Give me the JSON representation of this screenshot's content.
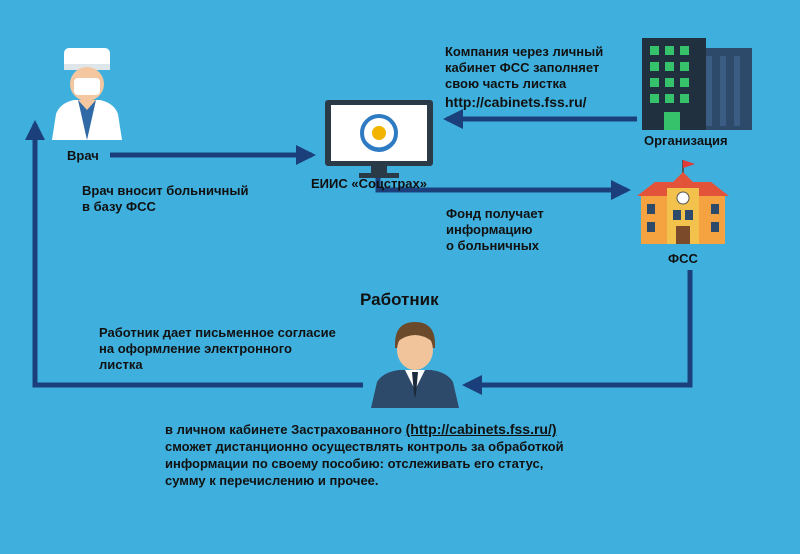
{
  "nodes": {
    "doctor": {
      "label": "Врач"
    },
    "system": {
      "label": "ЕИИС «Соцстрах»"
    },
    "organization": {
      "label": "Организация"
    },
    "fund": {
      "label": "ФСС"
    },
    "worker": {
      "title": "Работник"
    }
  },
  "notes": {
    "company_line1": "Компания через личный",
    "company_line2": "кабинет ФСС заполняет",
    "company_line3": "свою часть листка",
    "company_url": "http://cabinets.fss.ru/",
    "doctor_line1": "Врач вносит больничный",
    "doctor_line2": "в базу ФСС",
    "fund_line1": "Фонд получает",
    "fund_line2": "информацию",
    "fund_line3": "о больничных",
    "worker_line1": "Работник дает письменное согласие",
    "worker_line2": "на оформление электронного",
    "worker_line3": "листка",
    "bottom_line1_pre": "в личном кабинете Застрахованного",
    "bottom_url": "(http://cabinets.fss.ru/)",
    "bottom_line2": "сможет дистанционно осуществлять контроль за обработкой",
    "bottom_line3": "информации по своему пособию: отслеживать его статус,",
    "bottom_line4": "сумму к перечислению и прочее."
  },
  "colors": {
    "background": "#3fb0de",
    "arrows": "#1b3f7a",
    "text": "#111111"
  },
  "icons": [
    "doctor-icon",
    "monitor-icon",
    "office-building-icon",
    "school-building-icon",
    "worker-icon"
  ]
}
